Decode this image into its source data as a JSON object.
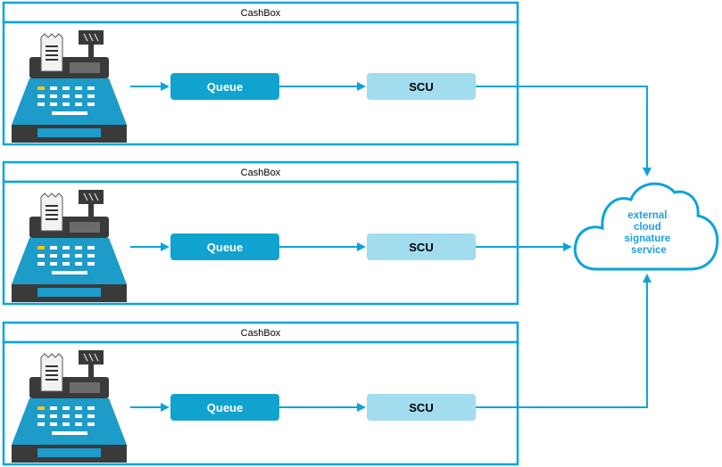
{
  "colors": {
    "accent": "#1ba1e2",
    "border": "#0aa5d8",
    "queue_fill": "#11a3cf",
    "scu_fill": "#a1dcef",
    "register_body": "#1d9bc9",
    "register_dark": "#3a3a3a",
    "cloud_stroke": "#0aa5d8"
  },
  "groups": [
    {
      "title": "CashBox",
      "queue_label": "Queue",
      "scu_label": "SCU",
      "device_icon": "cash-register-icon"
    },
    {
      "title": "CashBox",
      "queue_label": "Queue",
      "scu_label": "SCU",
      "device_icon": "cash-register-icon"
    },
    {
      "title": "CashBox",
      "queue_label": "Queue",
      "scu_label": "SCU",
      "device_icon": "cash-register-icon"
    }
  ],
  "cloud": {
    "icon": "cloud-icon",
    "lines": [
      "external",
      "cloud",
      "signature",
      "service"
    ]
  }
}
